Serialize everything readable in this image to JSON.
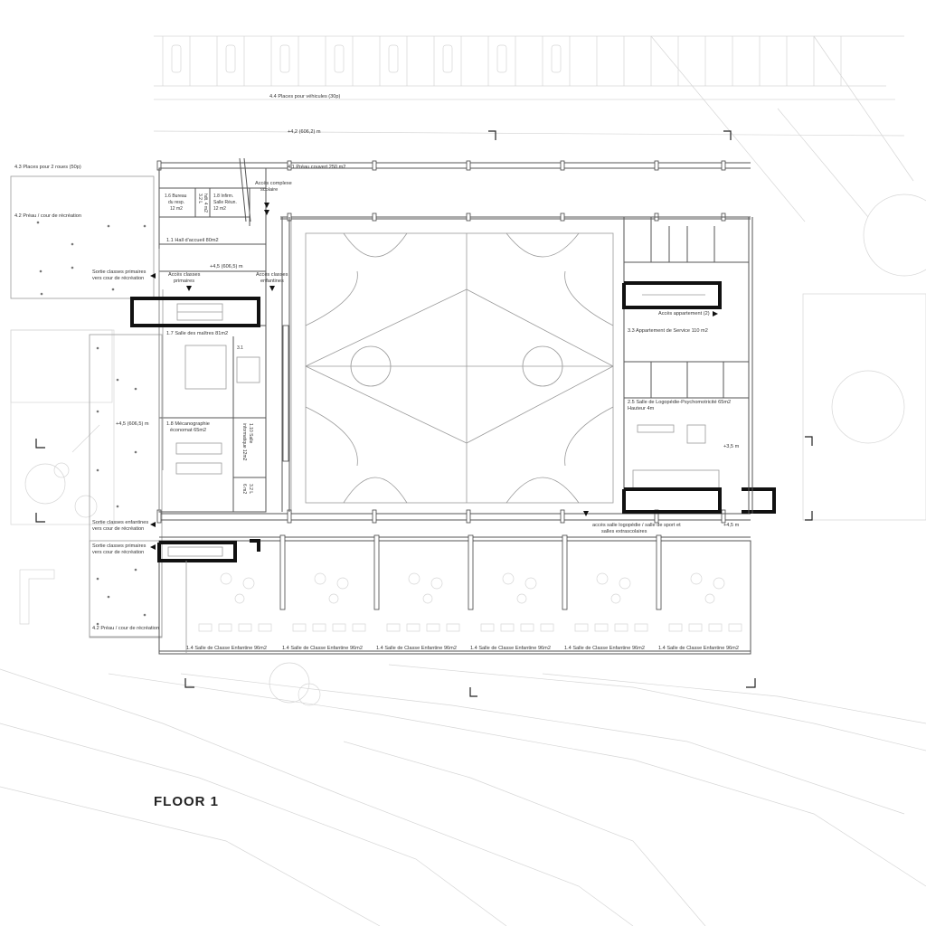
{
  "title": "FLOOR 1",
  "labels": {
    "parking_vehicles": "4.4 Places pour véhicules (30p)",
    "elev_42": "+4,2 (606,2) m",
    "parking_2roues": "4.3 Places pour 2 roues (50p)",
    "preau_couvert": "4.1 Préau couvert 250 m2",
    "acces_complexe_1": "Accès complexe",
    "acces_complexe_2": "scolaire",
    "preau_cour_top": "4.2 Préau / cour de récréation",
    "bureau_1": "1.6 Bureau",
    "bureau_2": "du resp.",
    "bureau_3": "12 m2",
    "infirm_1": "1.8 Infirm.",
    "infirm_2": "Salle Réun.",
    "infirm_3": "12 m2",
    "wc_small": "3.2 L",
    "wc_small2": "hdt. 4 m2",
    "hall": "1.1 Hall d'accueil 80m2",
    "elev_45_top": "+4,5 (606,5) m",
    "sortie_prim_1": "Sortie classes primaires",
    "sortie_prim_2": "vers cour de récréation",
    "acces_prim_1": "Accès classes",
    "acces_prim_2": "primaires",
    "acces_enf_1": "Accès classes",
    "acces_enf_2": "enfantines",
    "salle_maitres": "1.7 Salle des maîtres 81m2",
    "wc_31": "3.1",
    "meca_1": "1.8 Mécanographie",
    "meca_2": "économat 65m2",
    "info_1": "1.10 Salle",
    "info_2": "informatique 12m2",
    "wc_32_1": "3.2 L",
    "wc_32_2": "6 m2",
    "elev_45_left": "+4,5 (606,5) m",
    "acces_appart": "Accès appartement (2)",
    "appart_service": "3.3 Appartement de Service 110 m2",
    "logo_1": "2.5 Salle de Logopédie-Psychomotricité 65m2",
    "logo_2": "Hauteur 4m",
    "elev_35": "+3,5 m",
    "acces_logo_1": "accès salle logopédie / salle de sport et",
    "acces_logo_2": "salles extrascolaires",
    "elev_45_right": "+4,5 m",
    "sortie_enf_1": "Sortie classes enfantines",
    "sortie_enf_2": "vers cour de récréation",
    "sortie_prim2_1": "Sortie classes primaires",
    "sortie_prim2_2": "vers cour de récréation",
    "preau_cour_bottom": "4.2 Préau / cour de récréation",
    "classe_1": "1.4 Salle de Classe Enfantine 96m2",
    "classe_2": "1.4 Salle de Classe Enfantine 96m2",
    "classe_3": "1.4 Salle de Classe Enfantine 96m2",
    "classe_4": "1.4 Salle de Classe Enfantine 96m2",
    "classe_5": "1.4 Salle de Classe Enfantine 96m2",
    "classe_6": "1.4 Salle de Classe Enfantine 96m2"
  }
}
